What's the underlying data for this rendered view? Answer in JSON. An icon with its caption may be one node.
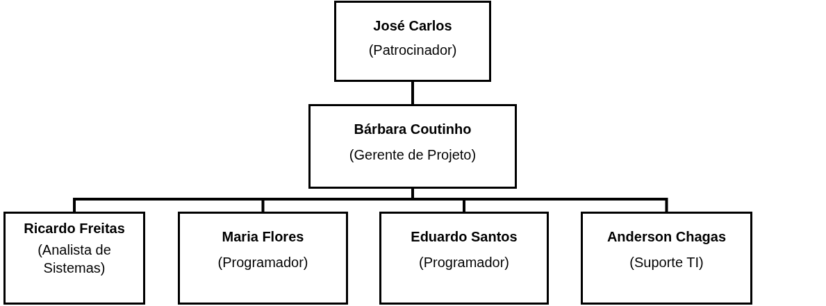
{
  "diagram": {
    "nodes": [
      {
        "text": [
          "José Carlos",
          "(Patrocinador)"
        ]
      },
      {
        "text": [
          "Bárbara Coutinho",
          "(Gerente de Projeto)"
        ]
      },
      {
        "text": [
          "Ricardo Freitas",
          "(Analista de Sistemas)"
        ]
      },
      {
        "text": [
          "Maria Flores",
          "(Programador)"
        ]
      },
      {
        "text": [
          "Eduardo Santos",
          "(Programador)"
        ]
      },
      {
        "text": [
          "Anderson Chagas",
          "(Suporte TI)"
        ]
      }
    ],
    "edges": [
      {
        "from": 0,
        "to": 1,
        "arrow": "none"
      },
      {
        "from": 1,
        "to": 2,
        "arrow": "none"
      },
      {
        "from": 1,
        "to": 3,
        "arrow": "none"
      },
      {
        "from": 1,
        "to": 4,
        "arrow": "none"
      },
      {
        "from": 1,
        "to": 5,
        "arrow": "none"
      }
    ]
  }
}
